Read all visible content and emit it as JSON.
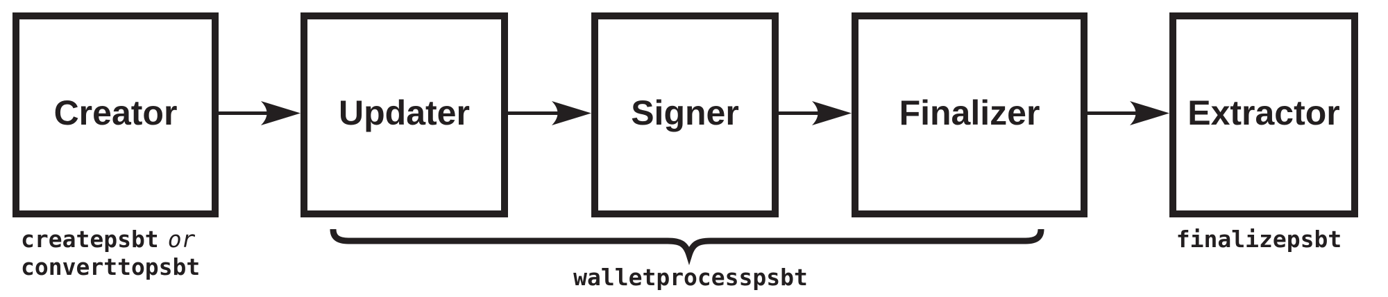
{
  "colors": {
    "ink": "#231f20",
    "background": "#ffffff"
  },
  "boxes": [
    {
      "id": "creator",
      "label": "Creator"
    },
    {
      "id": "updater",
      "label": "Updater"
    },
    {
      "id": "signer",
      "label": "Signer"
    },
    {
      "id": "finalizer",
      "label": "Finalizer"
    },
    {
      "id": "extractor",
      "label": "Extractor"
    }
  ],
  "annotations": {
    "creator_commands": {
      "line1_code": "createpsbt",
      "line1_connector": "or",
      "line2_code": "converttopsbt"
    },
    "wallet_process": {
      "code": "walletprocesspsbt"
    },
    "extractor_command": {
      "code": "finalizepsbt"
    }
  },
  "icons": {
    "arrow_right_icon": "→",
    "curly_brace_icon": "⏟"
  }
}
